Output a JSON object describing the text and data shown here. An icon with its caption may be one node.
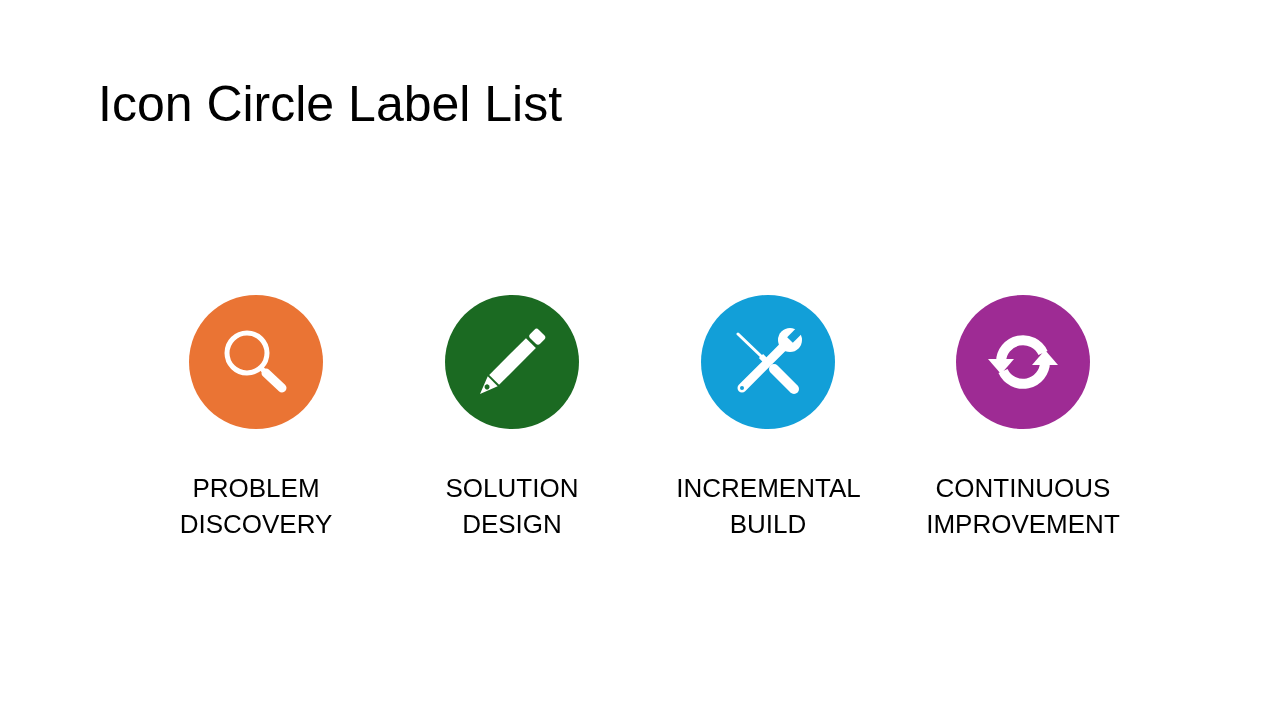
{
  "diagram": {
    "title": "Icon Circle Label List",
    "nodes": [
      {
        "text": [
          "PROBLEM DISCOVERY"
        ]
      },
      {
        "text": [
          "SOLUTION DESIGN"
        ]
      },
      {
        "text": [
          "INCREMENTAL BUILD"
        ]
      },
      {
        "text": [
          "CONTINUOUS IMPROVEMENT"
        ]
      }
    ]
  }
}
